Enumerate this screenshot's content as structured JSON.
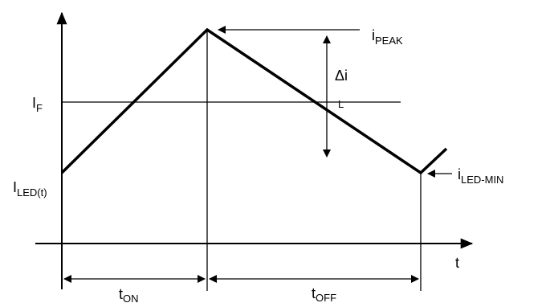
{
  "labels": {
    "i_peak": {
      "main": "i",
      "sub": "PEAK"
    },
    "i_led_min": {
      "main": "i",
      "sub": "LED-MIN"
    },
    "delta_i": "Δi",
    "l_marker": "L",
    "i_f": {
      "main": "I",
      "sub": "F"
    },
    "i_led_t": {
      "main": "I",
      "sub": "LED(t)"
    },
    "t_axis": "t",
    "t_on": {
      "main": "t",
      "sub": "ON"
    },
    "t_off": {
      "main": "t",
      "sub": "OFF"
    }
  },
  "colors": {
    "stroke": "#000000",
    "background": "#ffffff"
  }
}
